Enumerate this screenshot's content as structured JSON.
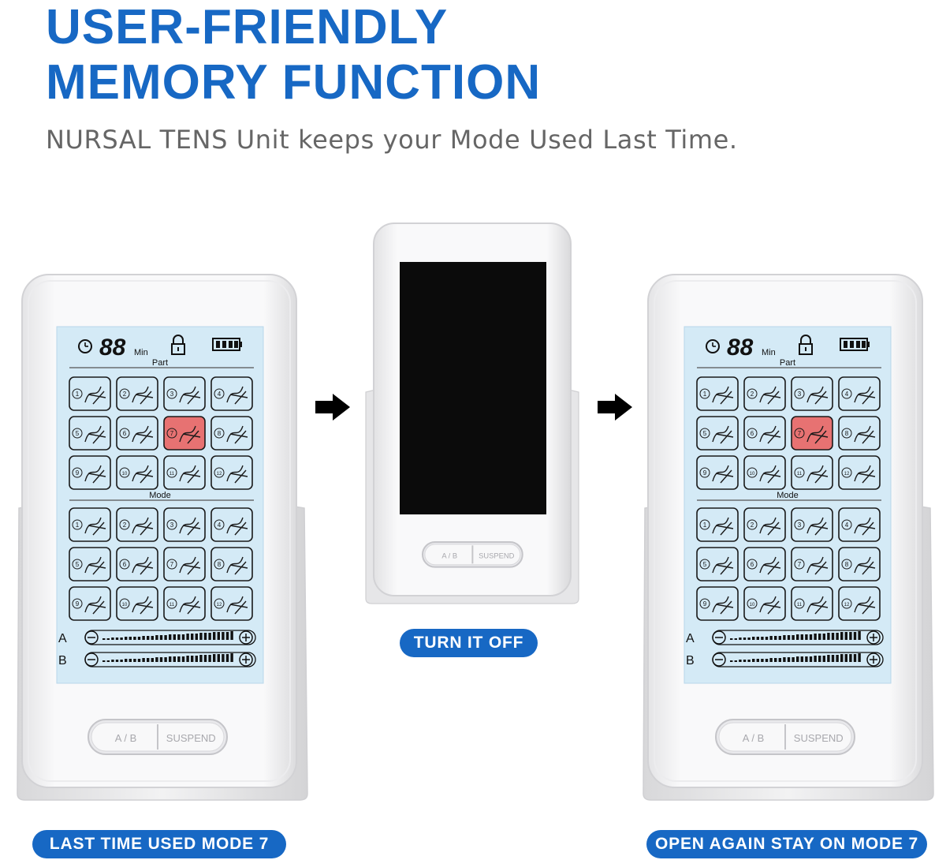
{
  "headline": {
    "line1": "USER-FRIENDLY",
    "line2": "MEMORY FUNCTION"
  },
  "subtitle": "NURSAL TENS Unit keeps your Mode Used Last Time.",
  "device": {
    "timer_digits": "88",
    "timer_unit": "Min",
    "part_label": "Part",
    "mode_label": "Mode",
    "channel_a": "A",
    "channel_b": "B",
    "button_ab": "A / B",
    "button_suspend": "SUSPEND",
    "numbers": [
      "1",
      "2",
      "3",
      "4",
      "5",
      "6",
      "7",
      "8",
      "9",
      "10",
      "11",
      "12"
    ],
    "selected_part": 7,
    "highlight_color": "#e77272",
    "screen_color": "#d4eaf6",
    "off_screen_color": "#0b0b0b"
  },
  "steps": {
    "left": "LAST TIME USED MODE 7",
    "middle": "TURN IT OFF",
    "right": "OPEN AGAIN STAY ON MODE 7"
  },
  "accent_color": "#1768c4",
  "icons": [
    "timer-icon",
    "lock-icon",
    "battery-icon",
    "minus-icon",
    "plus-icon",
    "arrow-right-icon"
  ]
}
